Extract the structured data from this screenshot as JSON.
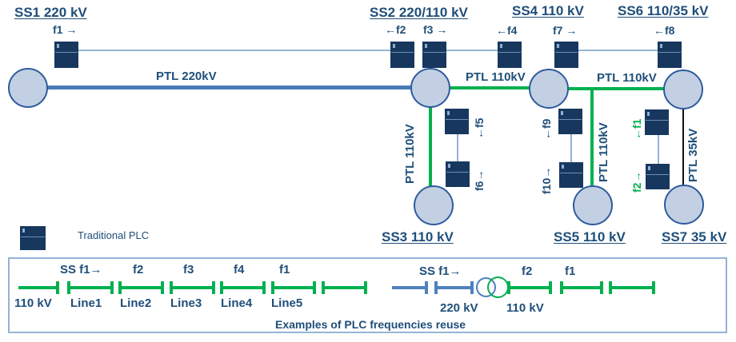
{
  "colors": {
    "plc_box_navy": "#17375E",
    "text_blue": "#1F4E79",
    "green": "#00B050",
    "steel_blue_line": "#4A7BB7",
    "light_steel_coupling": "#95B3D7",
    "bus_fill": "#C3D0E4",
    "bus_border": "#2F5B9D",
    "black_line": "#111111"
  },
  "titles": {
    "ss1": "SS1 220 kV",
    "ss2": "SS2 220/110 kV",
    "ss4": "SS4 110 kV",
    "ss6": "SS6 110/35 kV",
    "ss3": "SS3 110 kV",
    "ss5": "SS5 110 kV",
    "ss7": "SS7 35 kV"
  },
  "freqs": {
    "f1": "f1 →",
    "f2": "←f2",
    "f3": "f3 →",
    "f4": "←f4",
    "f5": "←f5",
    "f6": "f6→",
    "f7": "f7 →",
    "f8": "←f8",
    "f9": "←f9",
    "f10": "f10→",
    "f1_green": "←f1",
    "f2_green": "f2→"
  },
  "lines": {
    "ptl220": "PTL 220kV",
    "ptl110_top1": "PTL 110kV",
    "ptl110_top2": "PTL 110kV",
    "ptl110_vert1": "PTL 110kV",
    "ptl110_vert2": "PTL 110kV",
    "ptl35": "PTL 35kV"
  },
  "legend": {
    "label": "Traditional PLC"
  },
  "examples": {
    "caption": "Examples of PLC frequencies reuse",
    "left_chain": {
      "labels_above": [
        "SS f1→",
        "f2",
        "f3",
        "f4",
        "f1"
      ],
      "labels_below": [
        "110 kV",
        "Line1",
        "Line2",
        "Line3",
        "Line4",
        "Line5"
      ]
    },
    "right_chain": {
      "label_ss": "SS f1→",
      "label_f2": "f2",
      "label_f1": "f1",
      "label_220": "220 kV",
      "label_110": "110 kV"
    }
  }
}
